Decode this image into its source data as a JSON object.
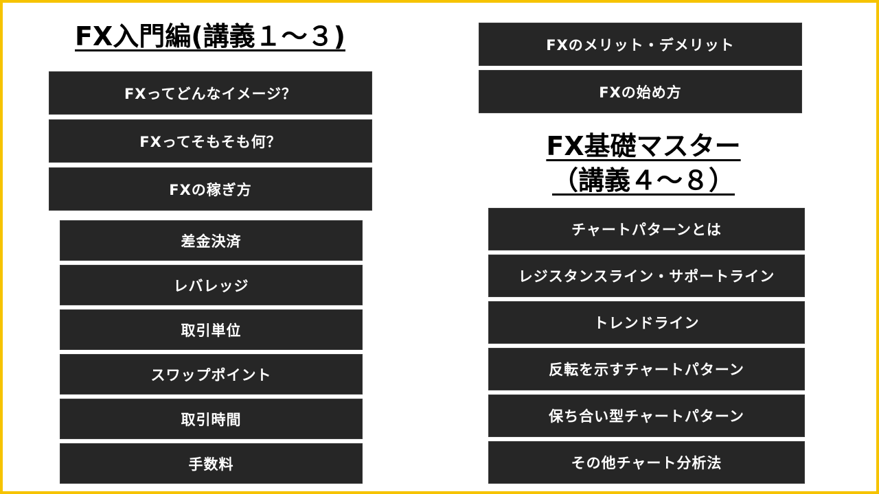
{
  "colors": {
    "frame": "#f6c300",
    "box": "#262626",
    "box_text": "#ffffff"
  },
  "left": {
    "title": "FX入門編(講義１～３)",
    "main_items": [
      "FXってどんなイメージ？",
      "FXってそもそも何？",
      "FXの稼ぎ方"
    ],
    "sub_items": [
      "差金決済",
      "レバレッジ",
      "取引単位",
      "スワップポイント",
      "取引時間",
      "手数料"
    ]
  },
  "right": {
    "top_items": [
      "FXのメリット・デメリット",
      "FXの始め方"
    ],
    "title_line1": "FX基礎マスター",
    "title_line2": "（講義４～８）",
    "items": [
      "チャートパターンとは",
      "レジスタンスライン・サポートライン",
      "トレンドライン",
      "反転を示すチャートパターン",
      "保ち合い型チャートパターン",
      "その他チャート分析法"
    ]
  }
}
